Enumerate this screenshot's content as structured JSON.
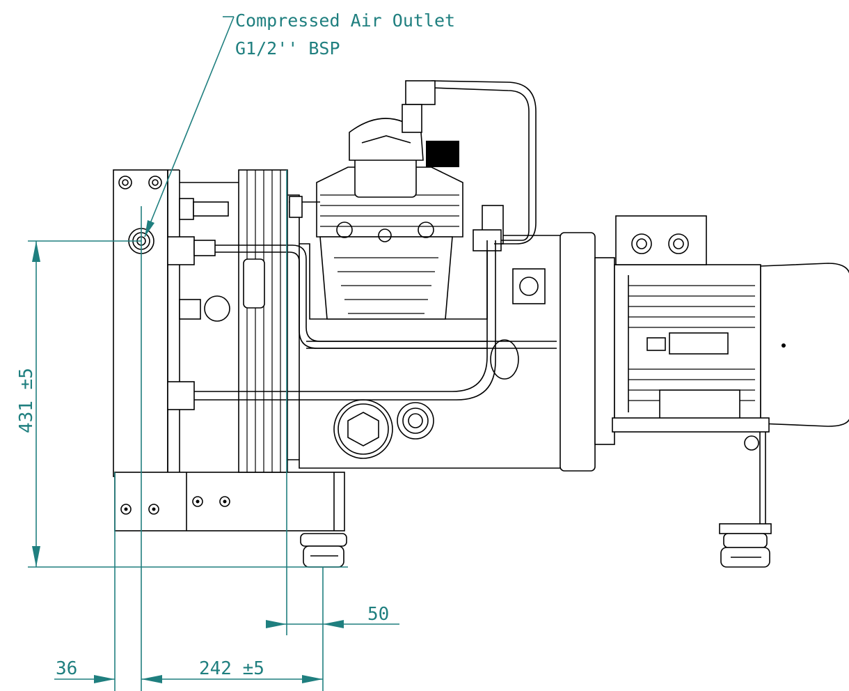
{
  "callout": {
    "line1": "Compressed Air Outlet",
    "line2": "G1/2'' BSP"
  },
  "dimensions": {
    "height": "431 ±5",
    "offset_left": "36",
    "width_outlet": "242 ±5",
    "offset_foot": "50"
  },
  "colors": {
    "dimension": "#1f7f7f",
    "drawing": "#000000"
  }
}
